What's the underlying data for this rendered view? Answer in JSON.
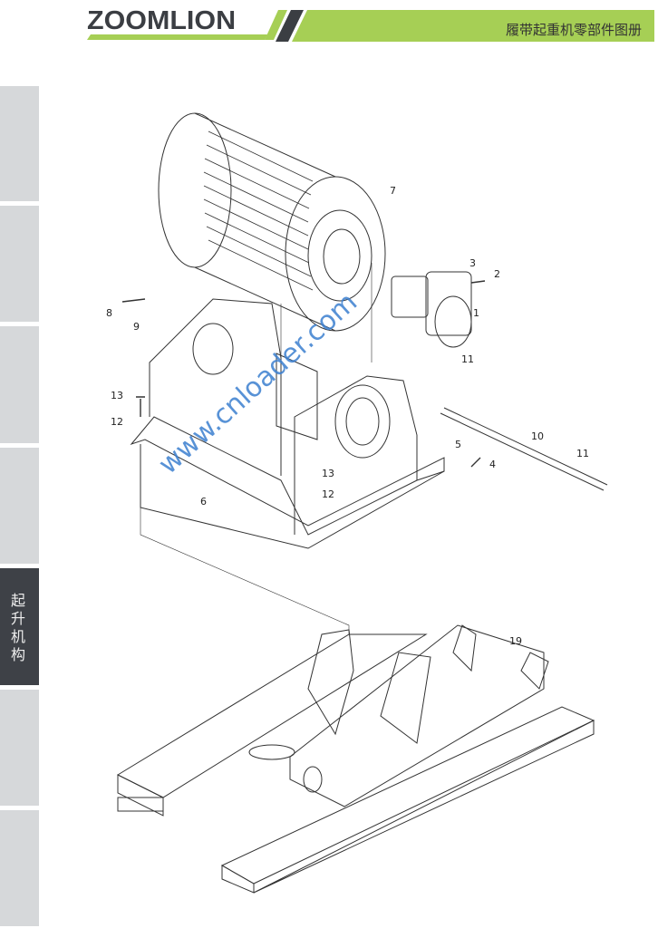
{
  "header": {
    "logo": "ZOOMLION",
    "title": "履带起重机零部件图册",
    "brand_green": "#a6cf55",
    "brand_dark": "#3b3e43"
  },
  "sidebar": {
    "tabs": [
      {
        "label": ""
      },
      {
        "label": ""
      },
      {
        "label": ""
      },
      {
        "label": ""
      },
      {
        "label": "起升机构",
        "active": true
      },
      {
        "label": ""
      },
      {
        "label": ""
      }
    ]
  },
  "drawing": {
    "callouts": [
      "7",
      "3",
      "2",
      "1",
      "8",
      "9",
      "11",
      "13",
      "12",
      "10",
      "5",
      "4",
      "11",
      "13",
      "12",
      "6",
      "19"
    ]
  },
  "watermark": "www.cnloader.com"
}
